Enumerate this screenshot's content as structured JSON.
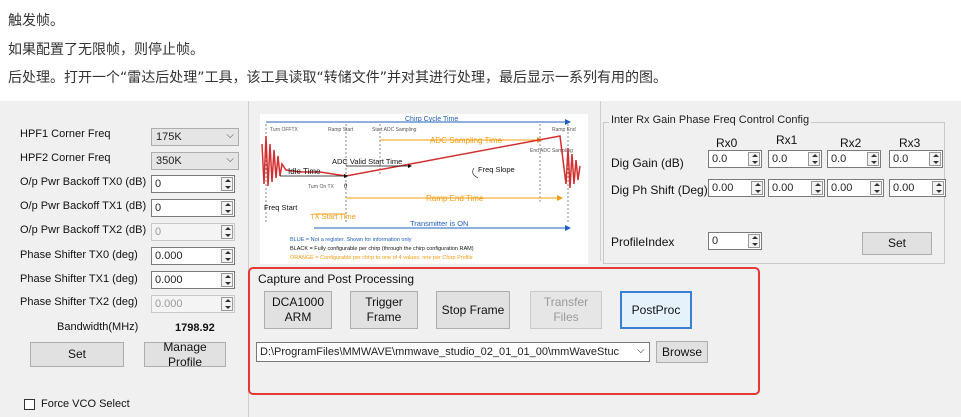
{
  "doc": {
    "line1": "触发帧。",
    "line2": "如果配置了无限帧，则停止帧。",
    "line3": "后处理。打开一个“雷达后处理”工具，该工具读取“转储文件”并对其进行处理，最后显示一系列有用的图。"
  },
  "left": {
    "hpf1_label": "HPF1 Corner Freq",
    "hpf1_value": "175K",
    "hpf2_label": "HPF2 Corner Freq",
    "hpf2_value": "350K",
    "tx0_label": "O/p Pwr Backoff TX0 (dB)",
    "tx0_value": "0",
    "tx1_label": "O/p Pwr Backoff TX1 (dB)",
    "tx1_value": "0",
    "tx2_label": "O/p Pwr Backoff TX2 (dB)",
    "tx2_value": "0",
    "ps0_label": "Phase Shifter TX0 (deg)",
    "ps0_value": "0.000",
    "ps1_label": "Phase Shifter TX1 (deg)",
    "ps1_value": "0.000",
    "ps2_label": "Phase Shifter TX2 (deg)",
    "ps2_value": "0.000",
    "bw_label": "Bandwidth(MHz)",
    "bw_value": "1798.92",
    "set_label": "Set",
    "manage_label": "Manage Profile",
    "force_vco_label": "Force VCO Select"
  },
  "diagram": {
    "chirp_cycle": "Chirp Cycle Time",
    "turn_offtx": "Turn OFFTX",
    "ramp_start": "Ramp Start",
    "start_adc": "Start ADC Sampling",
    "ramp_end": "Ramp End",
    "adc_sampling": "ADC Sampling Time",
    "end_adc": "End ADC Sampling",
    "idle_time": "Idle Time",
    "adc_valid": "ADC Valid Start Time",
    "freq_slope": "Freq Slope",
    "turn_on_tx": "Turn On TX",
    "zero": "0",
    "ramp_end_time": "Ramp End Time",
    "freq_start": "Freq Start",
    "tx_start": "TX Start Time",
    "transmitter_on": "Transmitter is ON",
    "legend_blue": "BLUE = Not a register. Shown for information only",
    "legend_black": "BLACK = Fully configurable per chirp (through the chirp configuration RAM)",
    "legend_orange": "ORANGE = Configurable per chirp to one of 4 values, one per Chirp Profile"
  },
  "capture": {
    "title": "Capture and Post Processing",
    "dca_label": "DCA1000\nARM",
    "trigger_label": "Trigger\nFrame",
    "stop_label": "Stop Frame",
    "transfer_label": "Transfer\nFiles",
    "postproc_label": "PostProc",
    "path_value": "D:\\ProgramFiles\\MMWAVE\\mmwave_studio_02_01_01_00\\mmWaveStuc",
    "browse_label": "Browse"
  },
  "right": {
    "title": "Inter Rx Gain Phase Freq Control Config",
    "rx_headers": [
      "Rx0",
      "Rx1",
      "Rx2",
      "Rx3"
    ],
    "dig_gain_label": "Dig Gain (dB)",
    "dig_gain_values": [
      "0.0",
      "0.0",
      "0.0",
      "0.0"
    ],
    "dig_phase_label": "Dig Ph Shift (Deg)",
    "dig_phase_values": [
      "0.00",
      "0.00",
      "0.00",
      "0.00"
    ],
    "profile_label": "ProfileIndex",
    "profile_value": "0",
    "set_label": "Set"
  },
  "colors": {
    "highlight": "#e53935",
    "diagram_red": "#d32f2f",
    "diagram_orange": "#f39c12",
    "diagram_blue": "#1f5fbf"
  }
}
